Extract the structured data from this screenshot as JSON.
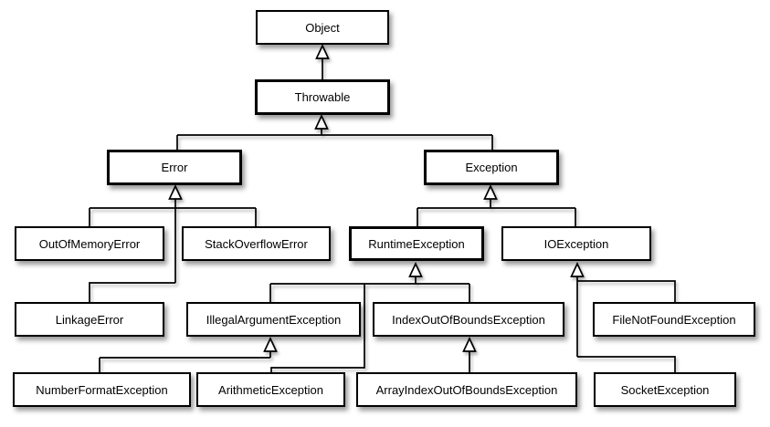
{
  "diagram": {
    "title": "Java Throwable class hierarchy",
    "colors": {
      "background": "#ffffff",
      "box_fill": "#ffffff",
      "box_border": "#000000",
      "line": "#000000",
      "text": "#000000"
    },
    "nodes": {
      "object": {
        "label": "Object"
      },
      "throwable": {
        "label": "Throwable"
      },
      "error": {
        "label": "Error"
      },
      "exception": {
        "label": "Exception"
      },
      "out_of_memory_error": {
        "label": "OutOfMemoryError"
      },
      "stack_overflow_error": {
        "label": "StackOverflowError"
      },
      "runtime_exception": {
        "label": "RuntimeException"
      },
      "io_exception": {
        "label": "IOException"
      },
      "linkage_error": {
        "label": "LinkageError"
      },
      "illegal_argument_exception": {
        "label": "IllegalArgumentException"
      },
      "index_out_of_bounds_exception": {
        "label": "IndexOutOfBoundsException"
      },
      "file_not_found_exception": {
        "label": "FileNotFoundException"
      },
      "number_format_exception": {
        "label": "NumberFormatException"
      },
      "arithmetic_exception": {
        "label": "ArithmeticException"
      },
      "array_index_out_of_bounds_exception": {
        "label": "ArrayIndexOutOfBoundsException"
      },
      "socket_exception": {
        "label": "SocketException"
      }
    },
    "emphasized_nodes": [
      "Throwable",
      "Error",
      "Exception",
      "RuntimeException"
    ],
    "inheritance": [
      {
        "child": "Throwable",
        "parent": "Object"
      },
      {
        "child": "Error",
        "parent": "Throwable"
      },
      {
        "child": "Exception",
        "parent": "Throwable"
      },
      {
        "child": "OutOfMemoryError",
        "parent": "Error"
      },
      {
        "child": "StackOverflowError",
        "parent": "Error"
      },
      {
        "child": "LinkageError",
        "parent": "Error"
      },
      {
        "child": "RuntimeException",
        "parent": "Exception"
      },
      {
        "child": "IOException",
        "parent": "Exception"
      },
      {
        "child": "IllegalArgumentException",
        "parent": "RuntimeException"
      },
      {
        "child": "IndexOutOfBoundsException",
        "parent": "RuntimeException"
      },
      {
        "child": "ArithmeticException",
        "parent": "RuntimeException"
      },
      {
        "child": "NumberFormatException",
        "parent": "IllegalArgumentException"
      },
      {
        "child": "ArrayIndexOutOfBoundsException",
        "parent": "IndexOutOfBoundsException"
      },
      {
        "child": "FileNotFoundException",
        "parent": "IOException"
      },
      {
        "child": "SocketException",
        "parent": "IOException"
      }
    ]
  }
}
